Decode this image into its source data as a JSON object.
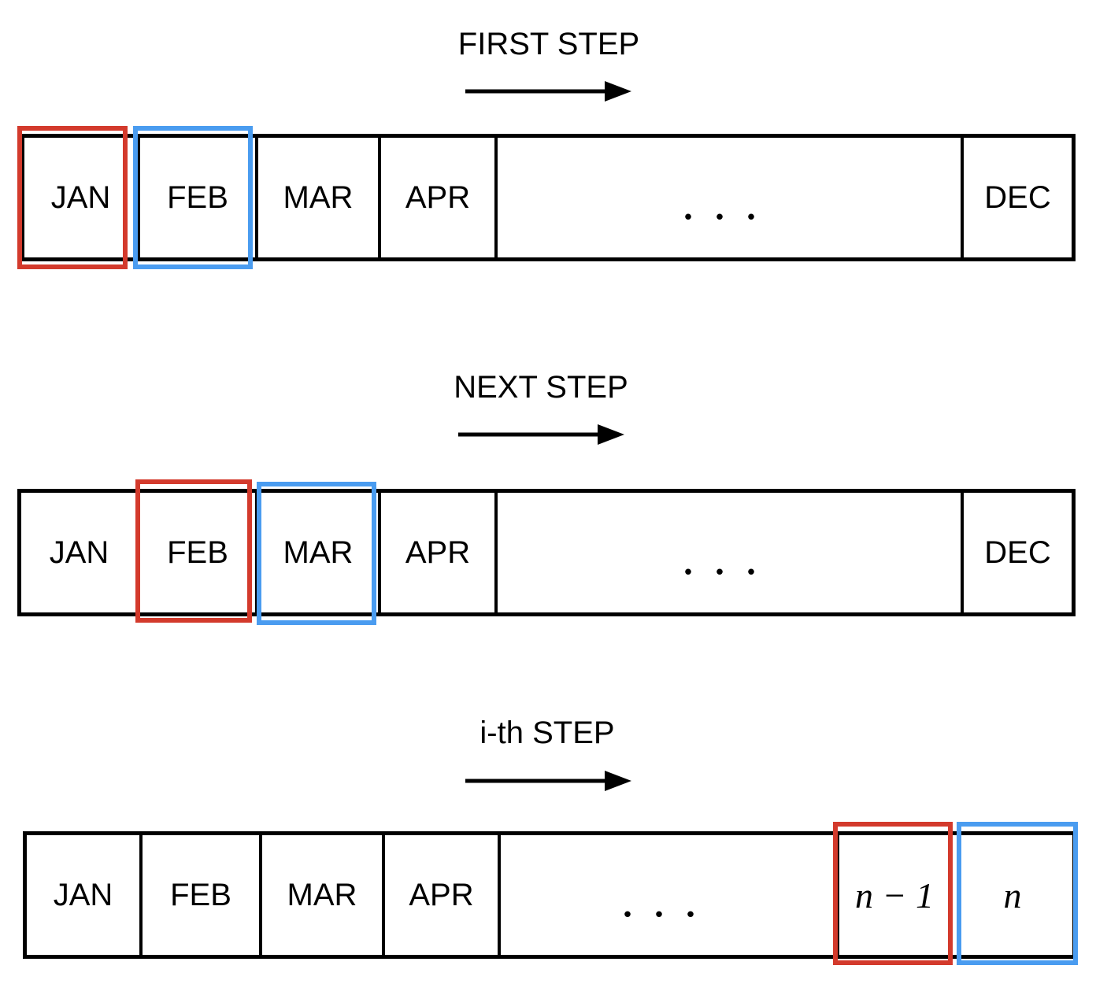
{
  "colors": {
    "current_window": "#d33a2c",
    "next_window": "#4a9cf0",
    "outline": "#000000"
  },
  "steps": [
    {
      "title": "FIRST STEP",
      "cells": [
        "JAN",
        "FEB",
        "MAR",
        "APR",
        "...",
        "DEC"
      ],
      "highlight_red_cell": "JAN",
      "highlight_blue_cell": "FEB"
    },
    {
      "title": "NEXT STEP",
      "cells": [
        "JAN",
        "FEB",
        "MAR",
        "APR",
        "...",
        "DEC"
      ],
      "highlight_red_cell": "FEB",
      "highlight_blue_cell": "MAR"
    },
    {
      "title": "i-th STEP",
      "cells": [
        "JAN",
        "FEB",
        "MAR",
        "APR",
        "...",
        "n − 1",
        "n"
      ],
      "highlight_red_cell": "n − 1",
      "highlight_blue_cell": "n"
    }
  ]
}
